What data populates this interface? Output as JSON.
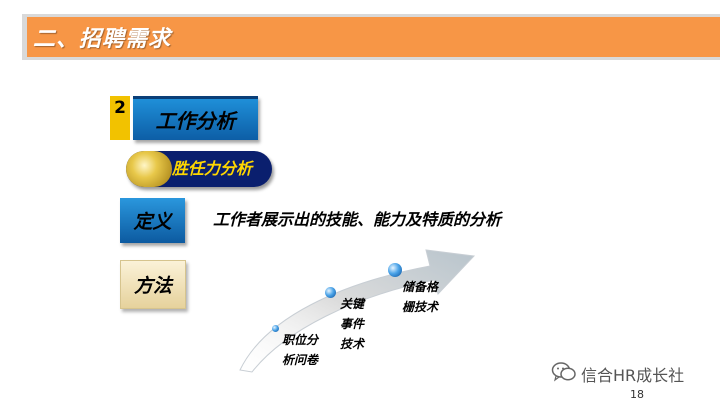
{
  "header": {
    "title": "二、招聘需求"
  },
  "section": {
    "number": "2",
    "title": "工作分析"
  },
  "competency": {
    "label": "胜任力分析"
  },
  "definition": {
    "label": "定义",
    "text": "工作者展示出的技能、能力及特质的分析"
  },
  "method": {
    "label": "方法",
    "steps": [
      {
        "line1": "职位分",
        "line2": "析问卷",
        "line3": ""
      },
      {
        "line1": "关键",
        "line2": "事件",
        "line3": "技术"
      },
      {
        "line1": "储备格",
        "line2": "栅技术",
        "line3": ""
      }
    ]
  },
  "footer": {
    "brand": "信合HR成长社",
    "page_number": "18"
  },
  "colors": {
    "banner": "#f79646",
    "section_blue": "#1f8fd8",
    "number_yellow": "#f2c200",
    "pill_navy": "#0a1f6e",
    "pill_text": "#ffd700",
    "method_tan": "#f3e6bd"
  },
  "icons": {
    "footer_icon": "wechat-icon"
  }
}
